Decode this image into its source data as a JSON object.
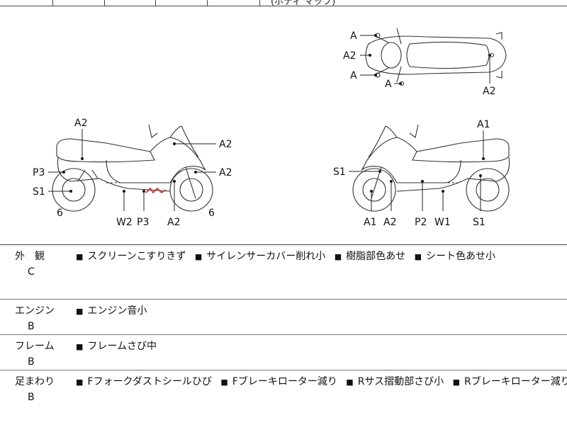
{
  "top_strip": {
    "partial_text": "(ボディ マップ)"
  },
  "diagram": {
    "top_view_labels": [
      "A",
      "A2",
      "A",
      "A",
      "A2"
    ],
    "left_side_labels": [
      "A2",
      "A2",
      "P3",
      "A2",
      "S1",
      "6",
      "W2",
      "P3",
      "A2",
      "6"
    ],
    "right_side_labels": [
      "A1",
      "S1",
      "A1",
      "A2",
      "P2",
      "W1",
      "S1"
    ],
    "colors": {
      "line": "#333333",
      "damage_mark": "#cc2222"
    }
  },
  "sections": [
    {
      "category": "外　観",
      "grade": "C",
      "items": [
        "スクリーンこすりきず",
        "サイレンサーカバー削れ小",
        "樹脂部色あせ",
        "シート色あせ小"
      ]
    },
    {
      "category": "エンジン",
      "grade": "B",
      "items": [
        "エンジン音小"
      ]
    },
    {
      "category": "フレーム",
      "grade": "B",
      "items": [
        "フレームさび中"
      ]
    },
    {
      "category": "足まわり",
      "grade": "B",
      "items": [
        "Fフォークダストシールひび",
        "Fブレーキローター減り",
        "Rサス摺動部さび小",
        "Rブレーキローター減り"
      ]
    }
  ],
  "bullet_symbol": "■"
}
